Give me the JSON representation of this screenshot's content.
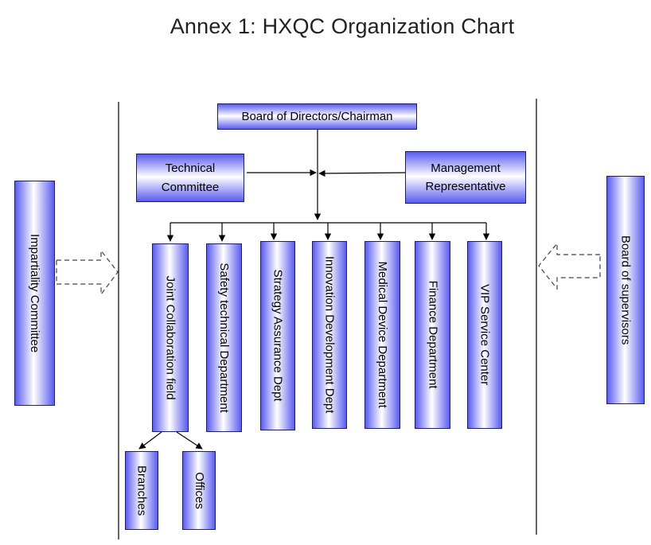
{
  "title": "Annex 1: HXQC Organization Chart",
  "colors": {
    "box_dark": "#5a5cf0",
    "box_light": "#ffffff",
    "border": "#1c1f70",
    "line": "#000000"
  },
  "top": {
    "board": "Board of Directors/Chairman"
  },
  "advisors": {
    "technical": [
      "Technical",
      "Committee"
    ],
    "management": [
      "Management",
      "Representative"
    ]
  },
  "sides": {
    "impartiality": "Impartiality Committee",
    "supervisors": "Board of supervisors"
  },
  "departments": [
    "Joint Collaboration field",
    "Safety technical Department",
    "Strategy Assurance Dept",
    "Innovation Development Dept",
    "Medical Device Department",
    "Finance Department",
    "VIP Service Center"
  ],
  "sub_units": [
    "Branches",
    "Offices"
  ]
}
